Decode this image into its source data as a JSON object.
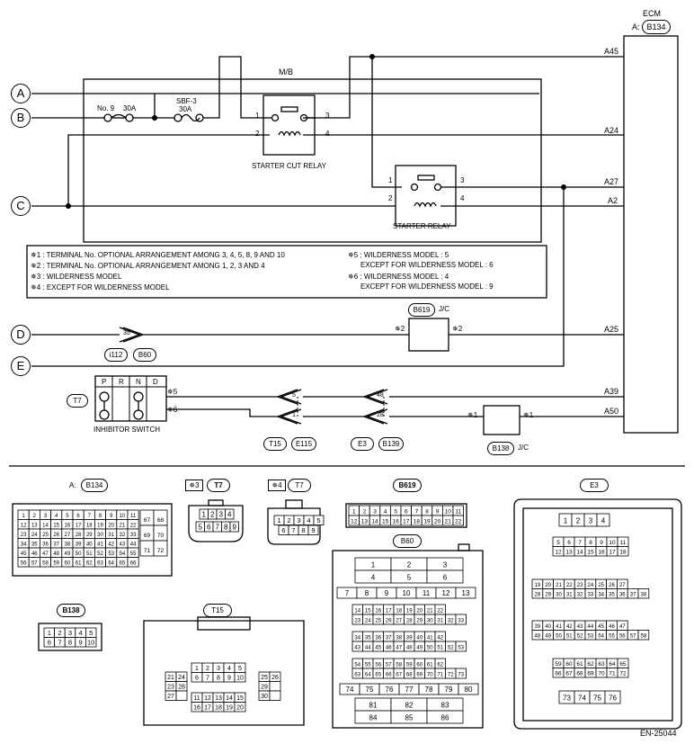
{
  "ecm": {
    "title": "ECM",
    "connector_prefix": "A:",
    "connector_id": "B134"
  },
  "pins": {
    "a45": "A45",
    "a24": "A24",
    "a27": "A27",
    "a2": "A2",
    "a25": "A25",
    "a39": "A39",
    "a50": "A50"
  },
  "mb_label": "M/B",
  "circles": {
    "a": "A",
    "b": "B",
    "c": "C",
    "d": "D",
    "e": "E"
  },
  "fuse": {
    "no9_label": "No. 9",
    "no9_rating": "30A",
    "sbf_label": "SBF-3",
    "sbf_rating": "30A"
  },
  "starter_cut_relay": {
    "label": "STARTER CUT RELAY",
    "t1": "1",
    "t2": "2",
    "t3": "3",
    "t4": "4"
  },
  "starter_relay": {
    "label": "STARTER RELAY",
    "t1": "1",
    "t2": "2",
    "t3": "3",
    "t4": "4"
  },
  "notes": [
    "✵1 : TERMINAL No. OPTIONAL ARRANGEMENT AMONG 3, 4, 5, 8, 9 AND 10",
    "✵2 : TERMINAL No. OPTIONAL ARRANGEMENT AMONG 1, 2, 3 AND 4",
    "✵3 : WILDERNESS MODEL",
    "✵4 : EXCEPT FOR WILDERNESS MODEL",
    "✵5 : WILDERNESS MODEL : 5",
    "EXCEPT FOR WILDERNESS MODEL : 6",
    "✵6 : WILDERNESS MODEL : 4",
    "EXCEPT FOR WILDERNESS MODEL : 9"
  ],
  "b619": {
    "id": "B619",
    "suffix": "J/C",
    "left": "✵2",
    "right": "✵2"
  },
  "b138": {
    "id": "B138",
    "suffix": "J/C",
    "left": "✵1",
    "right": "✵1"
  },
  "connectors_mid": {
    "i112": "i112",
    "b60": "B60",
    "pin35": "35",
    "t15": "T15",
    "e115": "E115",
    "e3": "E3",
    "b139": "B139",
    "pin5": "5",
    "pin1": "1",
    "pin48": "48",
    "pin28": "28"
  },
  "inhibitor": {
    "label": "INHIBITOR SWITCH",
    "t7": "T7",
    "p": "P",
    "r": "R",
    "n": "N",
    "d": "D",
    "s5": "✵5",
    "s6": "✵6"
  },
  "bottom": {
    "a_prefix": "A:",
    "b134": "B134",
    "b134_rows": [
      [
        "1",
        "2",
        "3",
        "4",
        "5",
        "6",
        "7",
        "8",
        "9",
        "10",
        "11"
      ],
      [
        "12",
        "13",
        "14",
        "15",
        "16",
        "17",
        "18",
        "19",
        "20",
        "21",
        "22"
      ],
      [
        "23",
        "24",
        "25",
        "26",
        "27",
        "28",
        "29",
        "30",
        "31",
        "32",
        "33"
      ],
      [
        "34",
        "35",
        "36",
        "37",
        "38",
        "39",
        "40",
        "41",
        "42",
        "43",
        "44"
      ],
      [
        "45",
        "46",
        "47",
        "48",
        "49",
        "50",
        "51",
        "52",
        "53",
        "54",
        "55"
      ],
      [
        "56",
        "57",
        "58",
        "59",
        "60",
        "61",
        "62",
        "63",
        "64",
        "65",
        "66"
      ]
    ],
    "b134_right": [
      [
        "67",
        "68"
      ],
      [
        "69",
        "70"
      ],
      [
        "71",
        "72"
      ]
    ],
    "star3": "✵3",
    "star4": "✵4",
    "t7": "T7",
    "t7a_rows": [
      [
        "1",
        "2",
        "3",
        "4"
      ],
      [
        "5",
        "6",
        "7",
        "8",
        "9"
      ]
    ],
    "t7b_rows": [
      [
        "1",
        "2",
        "3",
        "4",
        "5"
      ],
      [
        "6",
        "7",
        "8",
        "9"
      ]
    ],
    "b619": "B619",
    "b619_rows": [
      [
        "1",
        "2",
        "3",
        "4",
        "5",
        "6",
        "7",
        "8",
        "9",
        "10",
        "11"
      ],
      [
        "12",
        "13",
        "14",
        "15",
        "16",
        "17",
        "18",
        "19",
        "20",
        "21",
        "22"
      ]
    ],
    "b60": "B60",
    "b60_r1": [
      "1",
      "2",
      "3"
    ],
    "b60_r2": [
      "4",
      "5",
      "6"
    ],
    "b60_r3": [
      "7",
      "8",
      "9",
      "10",
      "11",
      "12",
      "13"
    ],
    "b60_g1": [
      [
        "14",
        "15",
        "16",
        "17",
        "18",
        "19",
        "20",
        "21",
        "22"
      ],
      [
        "23",
        "24",
        "25",
        "26",
        "27",
        "28",
        "29",
        "30",
        "31",
        "32",
        "33"
      ]
    ],
    "b60_g2": [
      [
        "34",
        "35",
        "36",
        "37",
        "38",
        "39",
        "40",
        "41",
        "42"
      ],
      [
        "43",
        "44",
        "45",
        "46",
        "47",
        "48",
        "49",
        "50",
        "51",
        "52",
        "53"
      ]
    ],
    "b60_g3": [
      [
        "54",
        "55",
        "56",
        "57",
        "58",
        "59",
        "60",
        "61",
        "62"
      ],
      [
        "63",
        "64",
        "65",
        "66",
        "67",
        "68",
        "69",
        "70",
        "71",
        "72",
        "73"
      ]
    ],
    "b60_r4": [
      "74",
      "75",
      "76",
      "77",
      "78",
      "79",
      "80"
    ],
    "b60_r5": [
      "81",
      "82",
      "83"
    ],
    "b60_r6": [
      "84",
      "85",
      "86"
    ],
    "e3": "E3",
    "e3_r1": [
      "1",
      "2",
      "3",
      "4"
    ],
    "e3_g1": [
      [
        "5",
        "6",
        "7",
        "8",
        "9",
        "10",
        "11"
      ],
      [
        "12",
        "13",
        "14",
        "15",
        "16",
        "17",
        "18"
      ]
    ],
    "e3_g2": [
      [
        "19",
        "20",
        "21",
        "22",
        "23",
        "24",
        "25",
        "26",
        "27"
      ],
      [
        "28",
        "29",
        "30",
        "31",
        "32",
        "33",
        "34",
        "35",
        "36",
        "37",
        "38"
      ]
    ],
    "e3_g3": [
      [
        "39",
        "40",
        "41",
        "42",
        "43",
        "44",
        "45",
        "46",
        "47"
      ],
      [
        "48",
        "49",
        "50",
        "51",
        "52",
        "53",
        "54",
        "55",
        "56",
        "57",
        "58"
      ]
    ],
    "e3_g4": [
      [
        "59",
        "60",
        "61",
        "62",
        "63",
        "64",
        "65"
      ],
      [
        "66",
        "67",
        "68",
        "69",
        "70",
        "71",
        "72"
      ]
    ],
    "e3_r2": [
      "73",
      "74",
      "75",
      "76"
    ],
    "b138": "B138",
    "b138_rows": [
      [
        "1",
        "2",
        "3",
        "4",
        "5"
      ],
      [
        "6",
        "7",
        "8",
        "9",
        "10"
      ]
    ],
    "t15": "T15",
    "t15_center": [
      [
        "1",
        "2",
        "3",
        "4",
        "5"
      ],
      [
        "6",
        "7",
        "8",
        "9",
        "10"
      ]
    ],
    "t15_lower": [
      [
        "11",
        "12",
        "13",
        "14",
        "15"
      ],
      [
        "16",
        "17",
        "18",
        "19",
        "20"
      ]
    ],
    "t15_left": [
      [
        "21",
        "24"
      ],
      [
        "23",
        "28"
      ],
      [
        "27",
        ""
      ]
    ],
    "t15_right": [
      [
        "25",
        "26"
      ],
      [
        "29",
        ""
      ],
      [
        "30",
        ""
      ]
    ]
  },
  "code": "EN-25044"
}
